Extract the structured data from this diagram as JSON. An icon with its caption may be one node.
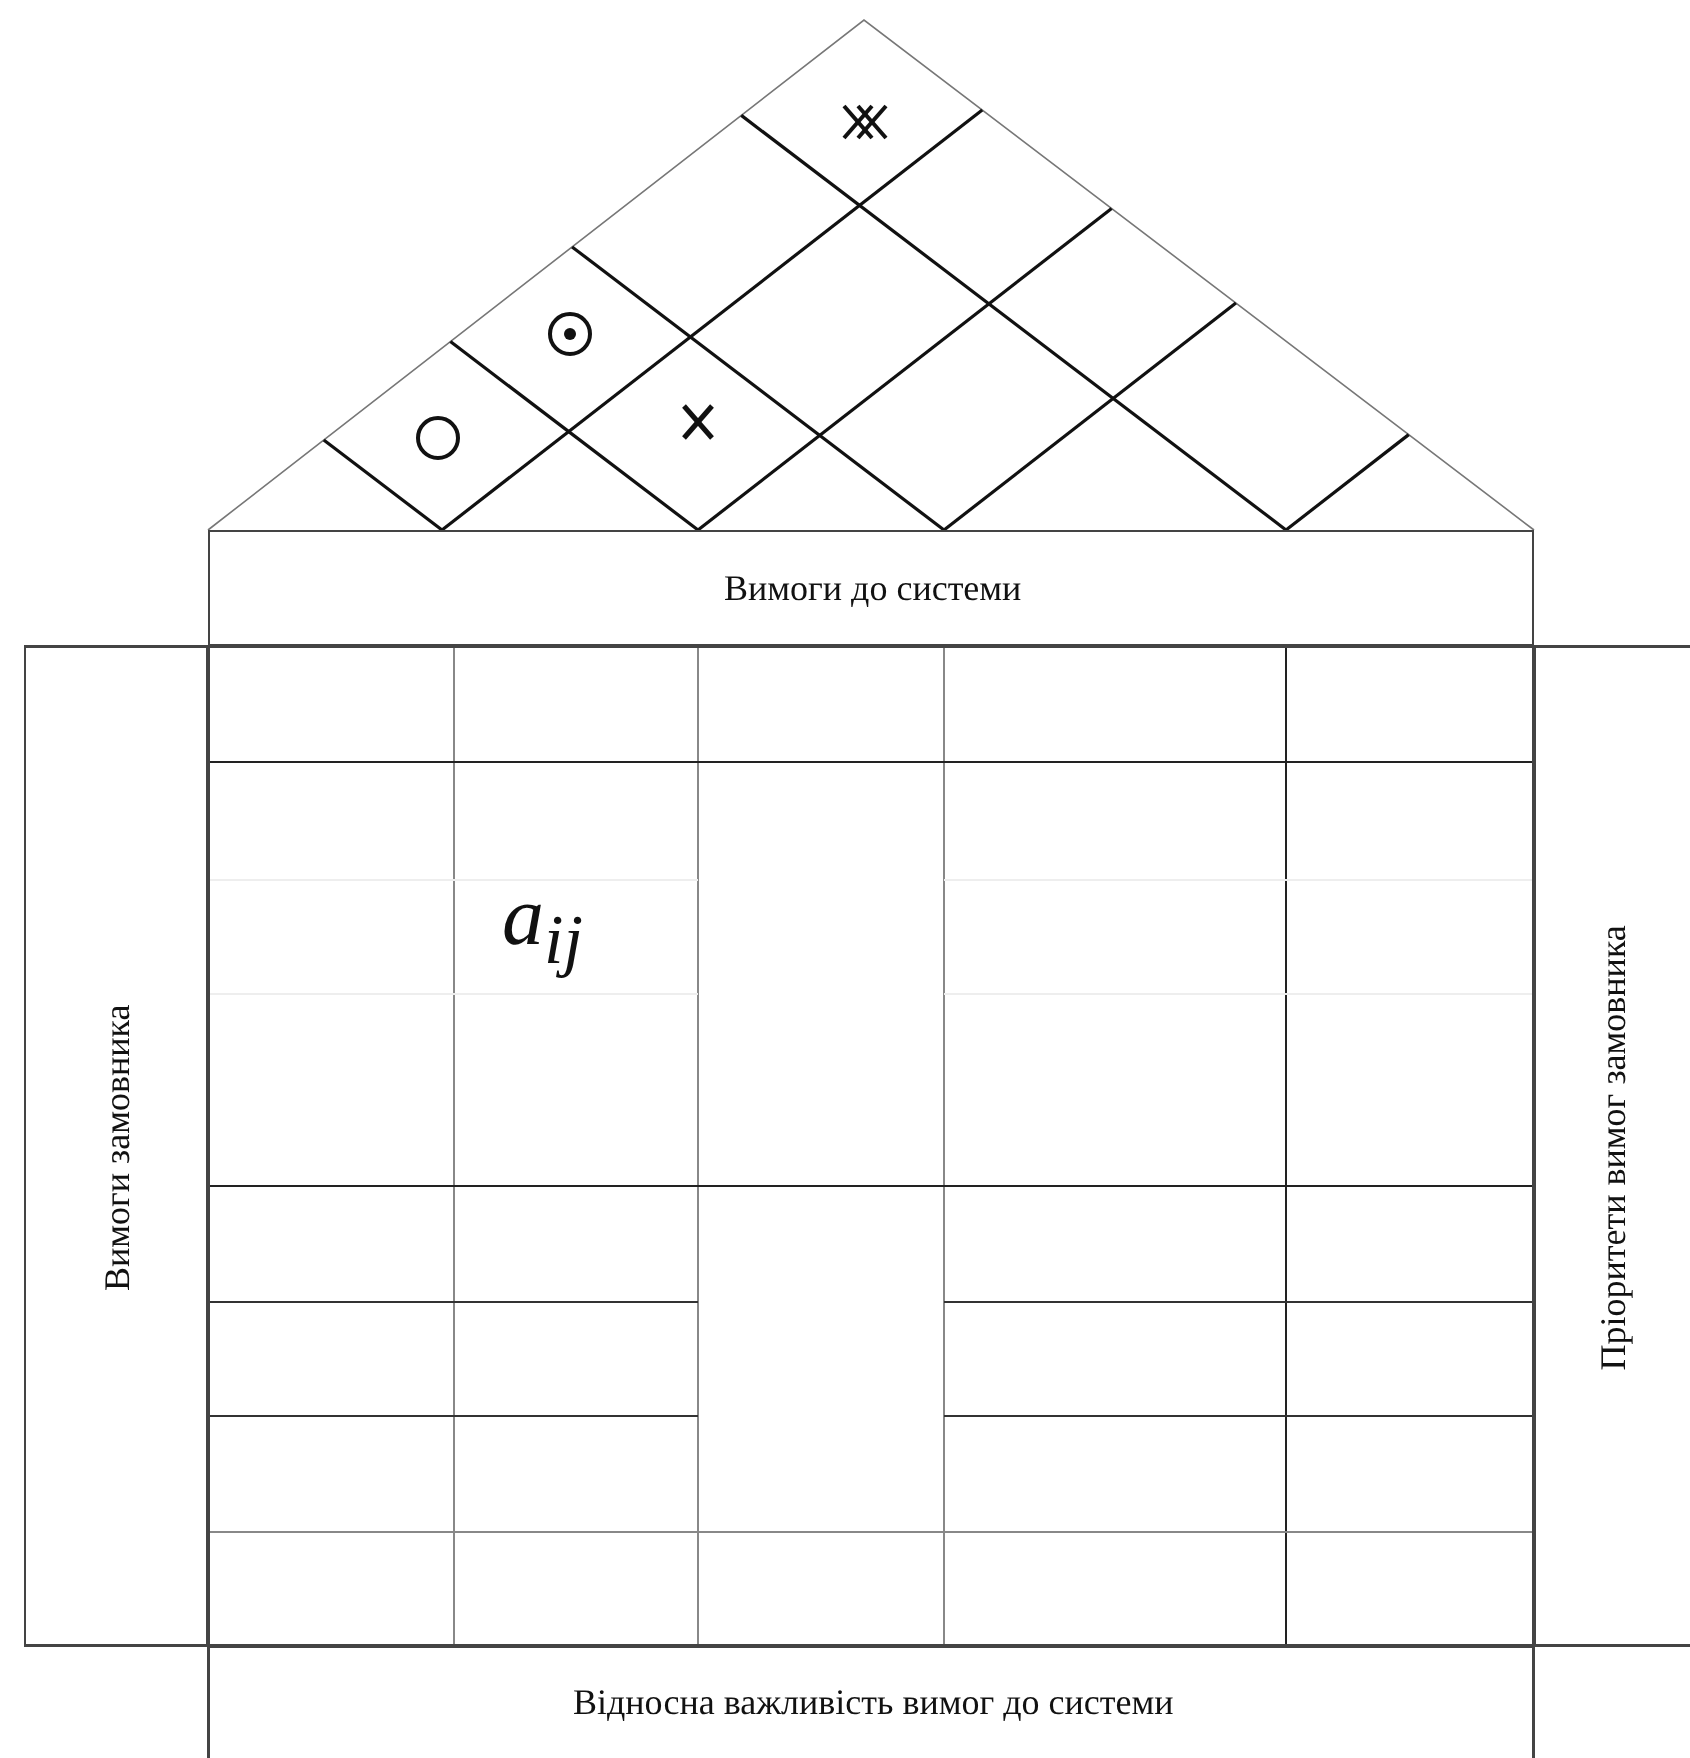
{
  "diagram": {
    "nodes": [
      {
        "text": [
          "Вимоги до системи"
        ]
      },
      {
        "text": [
          "Вимоги замовника"
        ]
      },
      {
        "text": [
          "a$_{ij}$"
        ]
      },
      {
        "text": [
          "Пріоритети вимог замовника"
        ]
      },
      {
        "text": [
          "Відносна важливість вимог до системи"
        ]
      }
    ]
  }
}
